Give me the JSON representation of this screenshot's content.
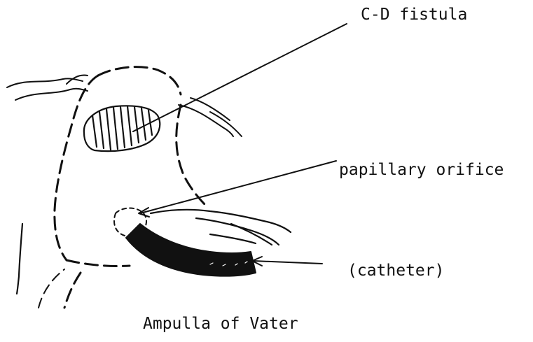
{
  "labels": {
    "fistula": "C-D fistula",
    "orifice": "papillary orifice",
    "catheter": "(catheter)",
    "caption": "Ampulla of Vater"
  },
  "colors": {
    "ink": "#111111",
    "background": "#ffffff"
  }
}
